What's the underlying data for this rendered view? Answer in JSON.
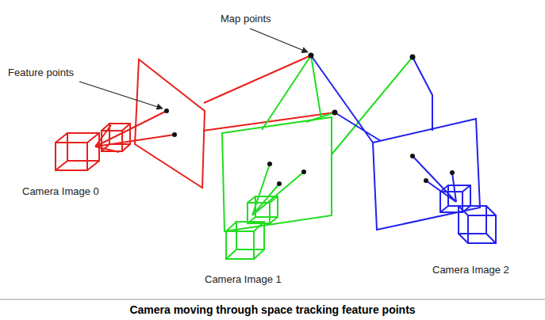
{
  "diagram": {
    "caption": "Camera moving through space tracking feature points",
    "labels": [
      "Map points",
      "Feature points",
      "Camera Image 0",
      "Camera Image 1",
      "Camera Image 2"
    ]
  }
}
